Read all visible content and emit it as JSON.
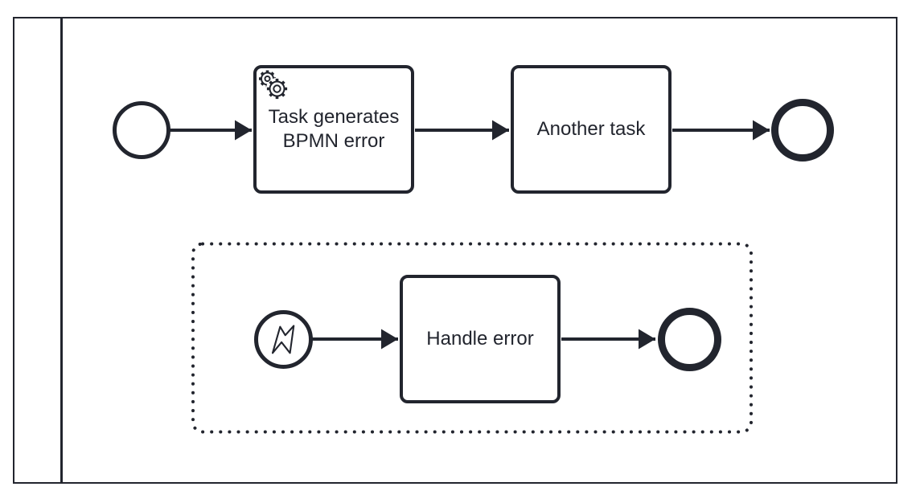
{
  "colors": {
    "stroke": "#22252E",
    "bg": "#ffffff"
  },
  "diagram": {
    "type": "BPMN process",
    "pool": {
      "lanes": 1
    },
    "nodes": {
      "start_event": {
        "type": "start-event"
      },
      "service_task": {
        "type": "service-task",
        "label": "Task generates BPMN error",
        "marker": "service-gear-icon"
      },
      "another_task": {
        "type": "task",
        "label": "Another task"
      },
      "end_event_main": {
        "type": "end-event"
      },
      "event_subprocess": {
        "type": "event-subprocess",
        "border": "dotted"
      },
      "error_start_event": {
        "type": "error-start-event",
        "marker": "error-lightning-icon"
      },
      "handle_error_task": {
        "type": "task",
        "label": "Handle error"
      },
      "end_event_sub": {
        "type": "end-event"
      }
    },
    "flows": [
      {
        "from": "start_event",
        "to": "service_task"
      },
      {
        "from": "service_task",
        "to": "another_task"
      },
      {
        "from": "another_task",
        "to": "end_event_main"
      },
      {
        "from": "error_start_event",
        "to": "handle_error_task"
      },
      {
        "from": "handle_error_task",
        "to": "end_event_sub"
      }
    ]
  }
}
